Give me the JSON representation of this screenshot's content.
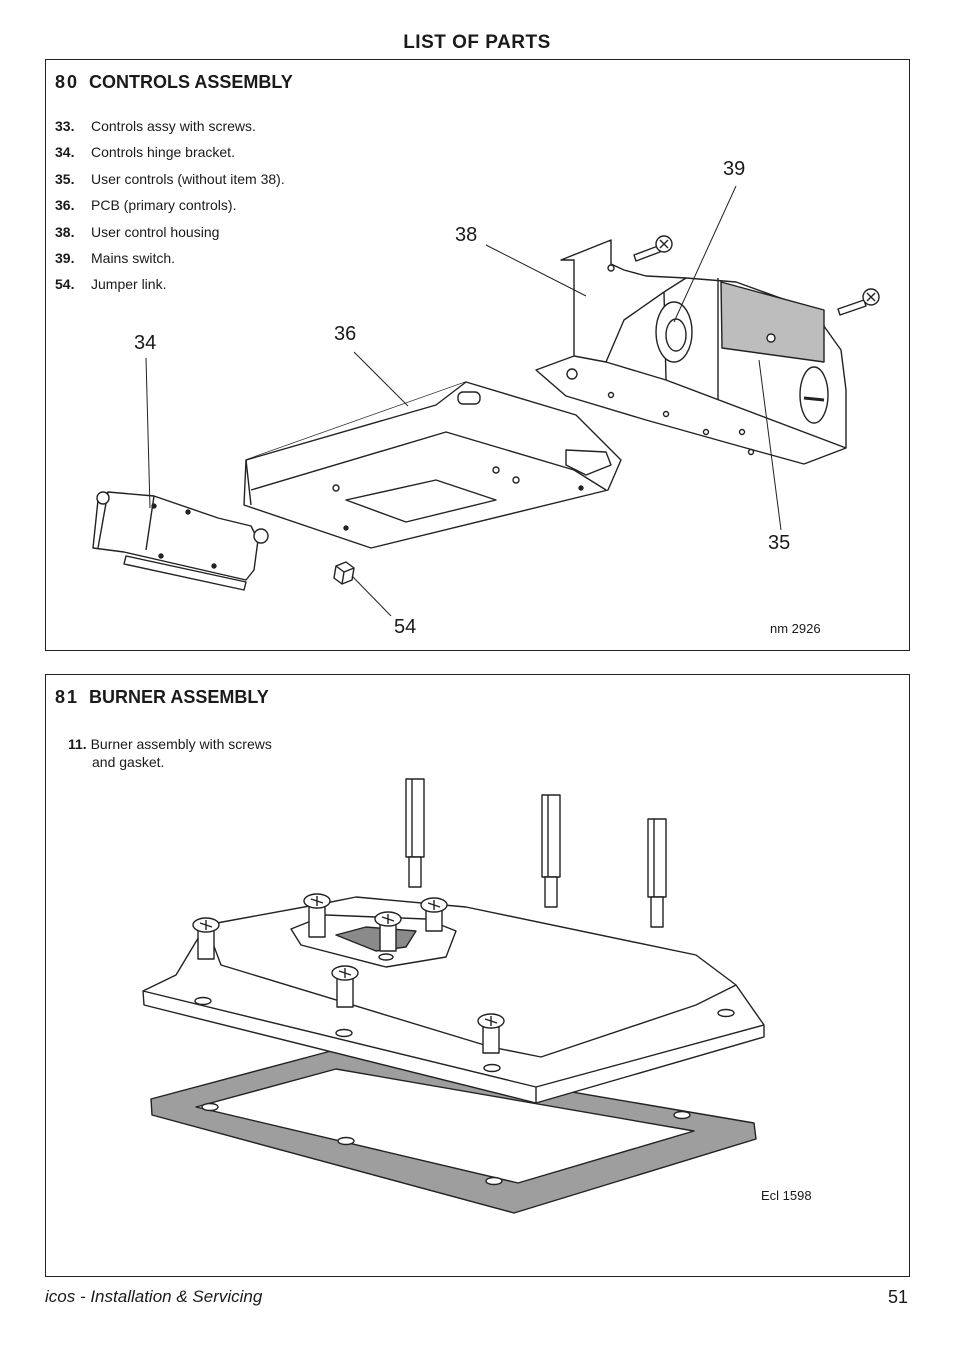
{
  "page_title": "LIST OF PARTS",
  "section_80": {
    "number": "80",
    "title": "CONTROLS ASSEMBLY",
    "parts": [
      {
        "no": "33.",
        "desc": "Controls assy with screws."
      },
      {
        "no": "34.",
        "desc": "Controls hinge bracket."
      },
      {
        "no": "35.",
        "desc": "User controls (without item 38)."
      },
      {
        "no": "36.",
        "desc": "PCB (primary controls)."
      },
      {
        "no": "38.",
        "desc": "User control housing"
      },
      {
        "no": "39.",
        "desc": "Mains switch."
      },
      {
        "no": "54.",
        "desc": "Jumper link."
      }
    ],
    "callouts": {
      "c39": "39",
      "c38": "38",
      "c36": "36",
      "c34": "34",
      "c35": "35",
      "c54": "54"
    },
    "drawing_ref": "nm 2926"
  },
  "section_81": {
    "number": "81",
    "title": "BURNER ASSEMBLY",
    "parts": [
      {
        "no": "11.",
        "desc_line1": "Burner assembly with screws",
        "desc_line2": "and gasket."
      }
    ],
    "drawing_ref": "Ecl 1598"
  },
  "footer": {
    "doc_title": "icos - Installation & Servicing",
    "page_number": "51"
  }
}
